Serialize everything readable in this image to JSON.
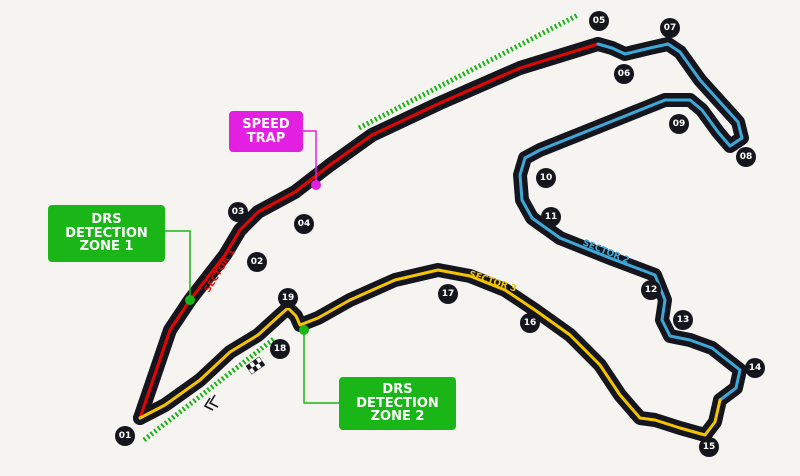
{
  "labels": {
    "drs1": [
      "DRS",
      "DETECTION",
      "ZONE 1"
    ],
    "drs2": [
      "DRS",
      "DETECTION",
      "ZONE 2"
    ],
    "speed_trap": [
      "SPEED",
      "TRAP"
    ]
  },
  "sectors": {
    "s1": "SECTOR 1",
    "s2": "SECTOR 2",
    "s3": "SECTOR 3"
  },
  "turns": [
    "01",
    "02",
    "03",
    "04",
    "05",
    "06",
    "07",
    "08",
    "09",
    "10",
    "11",
    "12",
    "13",
    "14",
    "15",
    "16",
    "17",
    "18",
    "19"
  ],
  "colors": {
    "track": "#15151e",
    "sector1": "#e10600",
    "sector2": "#3ea9d9",
    "sector3": "#f5c400",
    "drs": "#1ab516",
    "speed_trap": "#e31fe1",
    "background": "#f6f4f1"
  },
  "icons": {
    "start_finish": "checkered-flag-icon",
    "direction": "direction-chevrons-icon"
  }
}
